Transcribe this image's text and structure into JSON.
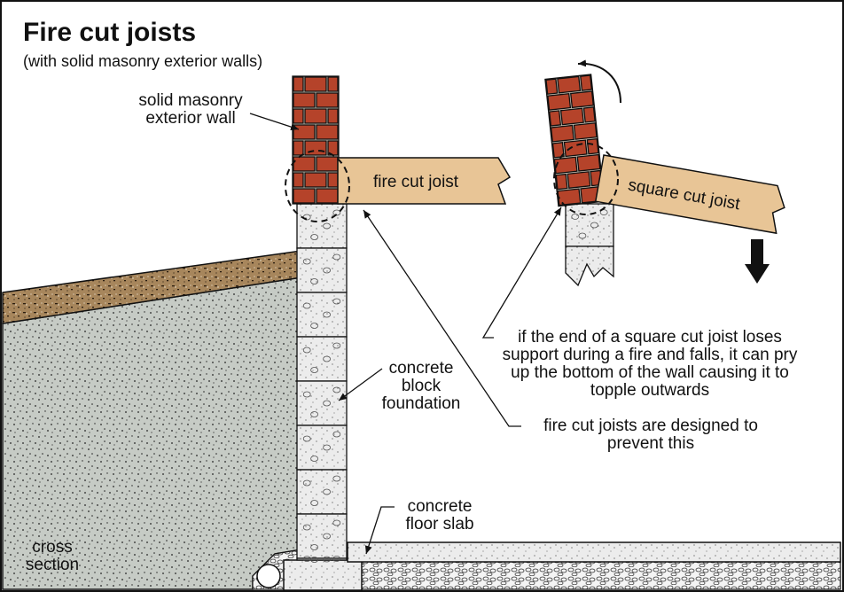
{
  "title": "Fire cut joists",
  "subtitle": "(with solid masonry exterior walls)",
  "labels": {
    "masonry_wall": "solid masonry exterior wall",
    "fire_cut_joist": "fire cut joist",
    "square_cut_joist": "square cut joist",
    "foundation": "concrete block foundation",
    "floor_slab": "concrete floor slab",
    "cross_section": "cross section",
    "square_cut_note": "if the end of a square cut joist loses support during a fire and falls, it can pry up the bottom of the wall causing it to topple outwards",
    "fire_cut_note": "fire cut joists are designed to prevent this"
  },
  "colors": {
    "brick": "#b5432a",
    "mortar": "#d9d2c2",
    "joist_wood": "#e8c596",
    "topsoil": "#a7865c",
    "soil": "#c6cbc5",
    "concrete": "#ececec",
    "gravel": "#f4f4f4",
    "outline": "#111111"
  },
  "icons": {
    "rotation_arrow": "curved-arrow-icon",
    "fall_arrow": "down-arrow-icon"
  }
}
